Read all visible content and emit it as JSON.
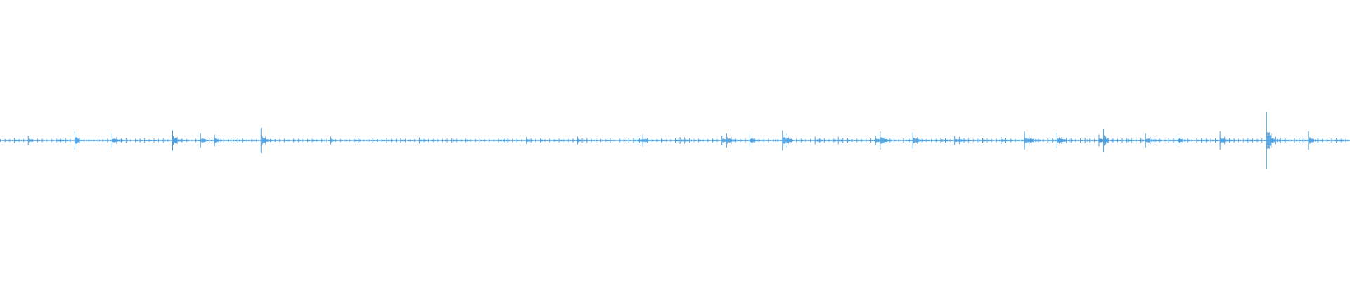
{
  "waveform": {
    "color": "#4a9fe0",
    "peaks": [
      0.01,
      0.015,
      0.01,
      0.02,
      0.012,
      0.01,
      0.04,
      0.01,
      0.015,
      0.012,
      0.01,
      0.01,
      0.02,
      0.012,
      0.015,
      0.01,
      0.08,
      0.02,
      0.012,
      0.01,
      0.01,
      0.012,
      0.01,
      0.015,
      0.06,
      0.03,
      0.015,
      0.02,
      0.01,
      0.012,
      0.015,
      0.02,
      0.01,
      0.015,
      0.012,
      0.02,
      0.01,
      0.09,
      0.03,
      0.015,
      0.012,
      0.01,
      0.015,
      0.06,
      0.01,
      0.015,
      0.05,
      0.02,
      0.015,
      0.012,
      0.015,
      0.02,
      0.015,
      0.01,
      0.012,
      0.01,
      0.11,
      0.03,
      0.015,
      0.012,
      0.01,
      0.015,
      0.01,
      0.012,
      0.015,
      0.01,
      0.012,
      0.015,
      0.01,
      0.015,
      0.012,
      0.03,
      0.01,
      0.015,
      0.012,
      0.01,
      0.015,
      0.02,
      0.01,
      0.012,
      0.015,
      0.01,
      0.012,
      0.02,
      0.015,
      0.012,
      0.02,
      0.015,
      0.01,
      0.012,
      0.025,
      0.015,
      0.012,
      0.015,
      0.01,
      0.012,
      0.015,
      0.02,
      0.015,
      0.012,
      0.015,
      0.01,
      0.012,
      0.015,
      0.01,
      0.015,
      0.012,
      0.015,
      0.02,
      0.015,
      0.012,
      0.015,
      0.01,
      0.03,
      0.015,
      0.012,
      0.015,
      0.01,
      0.015,
      0.012,
      0.015,
      0.01,
      0.012,
      0.015,
      0.03,
      0.02,
      0.015,
      0.012,
      0.015,
      0.01,
      0.012,
      0.015,
      0.01,
      0.015,
      0.012,
      0.015,
      0.02,
      0.04,
      0.05,
      0.02,
      0.015,
      0.012,
      0.015,
      0.01,
      0.012,
      0.015,
      0.03,
      0.025,
      0.015,
      0.012,
      0.015,
      0.01,
      0.012,
      0.015,
      0.01,
      0.04,
      0.06,
      0.03,
      0.015,
      0.012,
      0.015,
      0.06,
      0.02,
      0.015,
      0.012,
      0.015,
      0.01,
      0.012,
      0.09,
      0.06,
      0.015,
      0.012,
      0.015,
      0.01,
      0.012,
      0.03,
      0.02,
      0.015,
      0.012,
      0.015,
      0.03,
      0.02,
      0.015,
      0.012,
      0.015,
      0.01,
      0.012,
      0.015,
      0.04,
      0.08,
      0.03,
      0.02,
      0.015,
      0.012,
      0.015,
      0.02,
      0.07,
      0.03,
      0.02,
      0.015,
      0.012,
      0.015,
      0.02,
      0.015,
      0.012,
      0.04,
      0.03,
      0.02,
      0.015,
      0.012,
      0.015,
      0.02,
      0.015,
      0.012,
      0.015,
      0.03,
      0.02,
      0.015,
      0.012,
      0.015,
      0.08,
      0.05,
      0.02,
      0.015,
      0.012,
      0.015,
      0.02,
      0.07,
      0.03,
      0.02,
      0.015,
      0.012,
      0.015,
      0.02,
      0.015,
      0.012,
      0.05,
      0.1,
      0.02,
      0.015,
      0.012,
      0.015,
      0.02,
      0.015,
      0.012,
      0.015,
      0.06,
      0.03,
      0.02,
      0.015,
      0.012,
      0.015,
      0.02,
      0.05,
      0.02,
      0.015,
      0.012,
      0.015,
      0.02,
      0.015,
      0.012,
      0.015,
      0.08,
      0.03,
      0.02,
      0.015,
      0.012,
      0.015,
      0.02,
      0.015,
      0.012,
      0.015,
      0.25,
      0.06,
      0.03,
      0.02,
      0.015,
      0.012,
      0.015,
      0.02,
      0.015,
      0.08,
      0.03,
      0.02,
      0.015,
      0.012,
      0.015,
      0.02,
      0.015,
      0.012
    ]
  }
}
